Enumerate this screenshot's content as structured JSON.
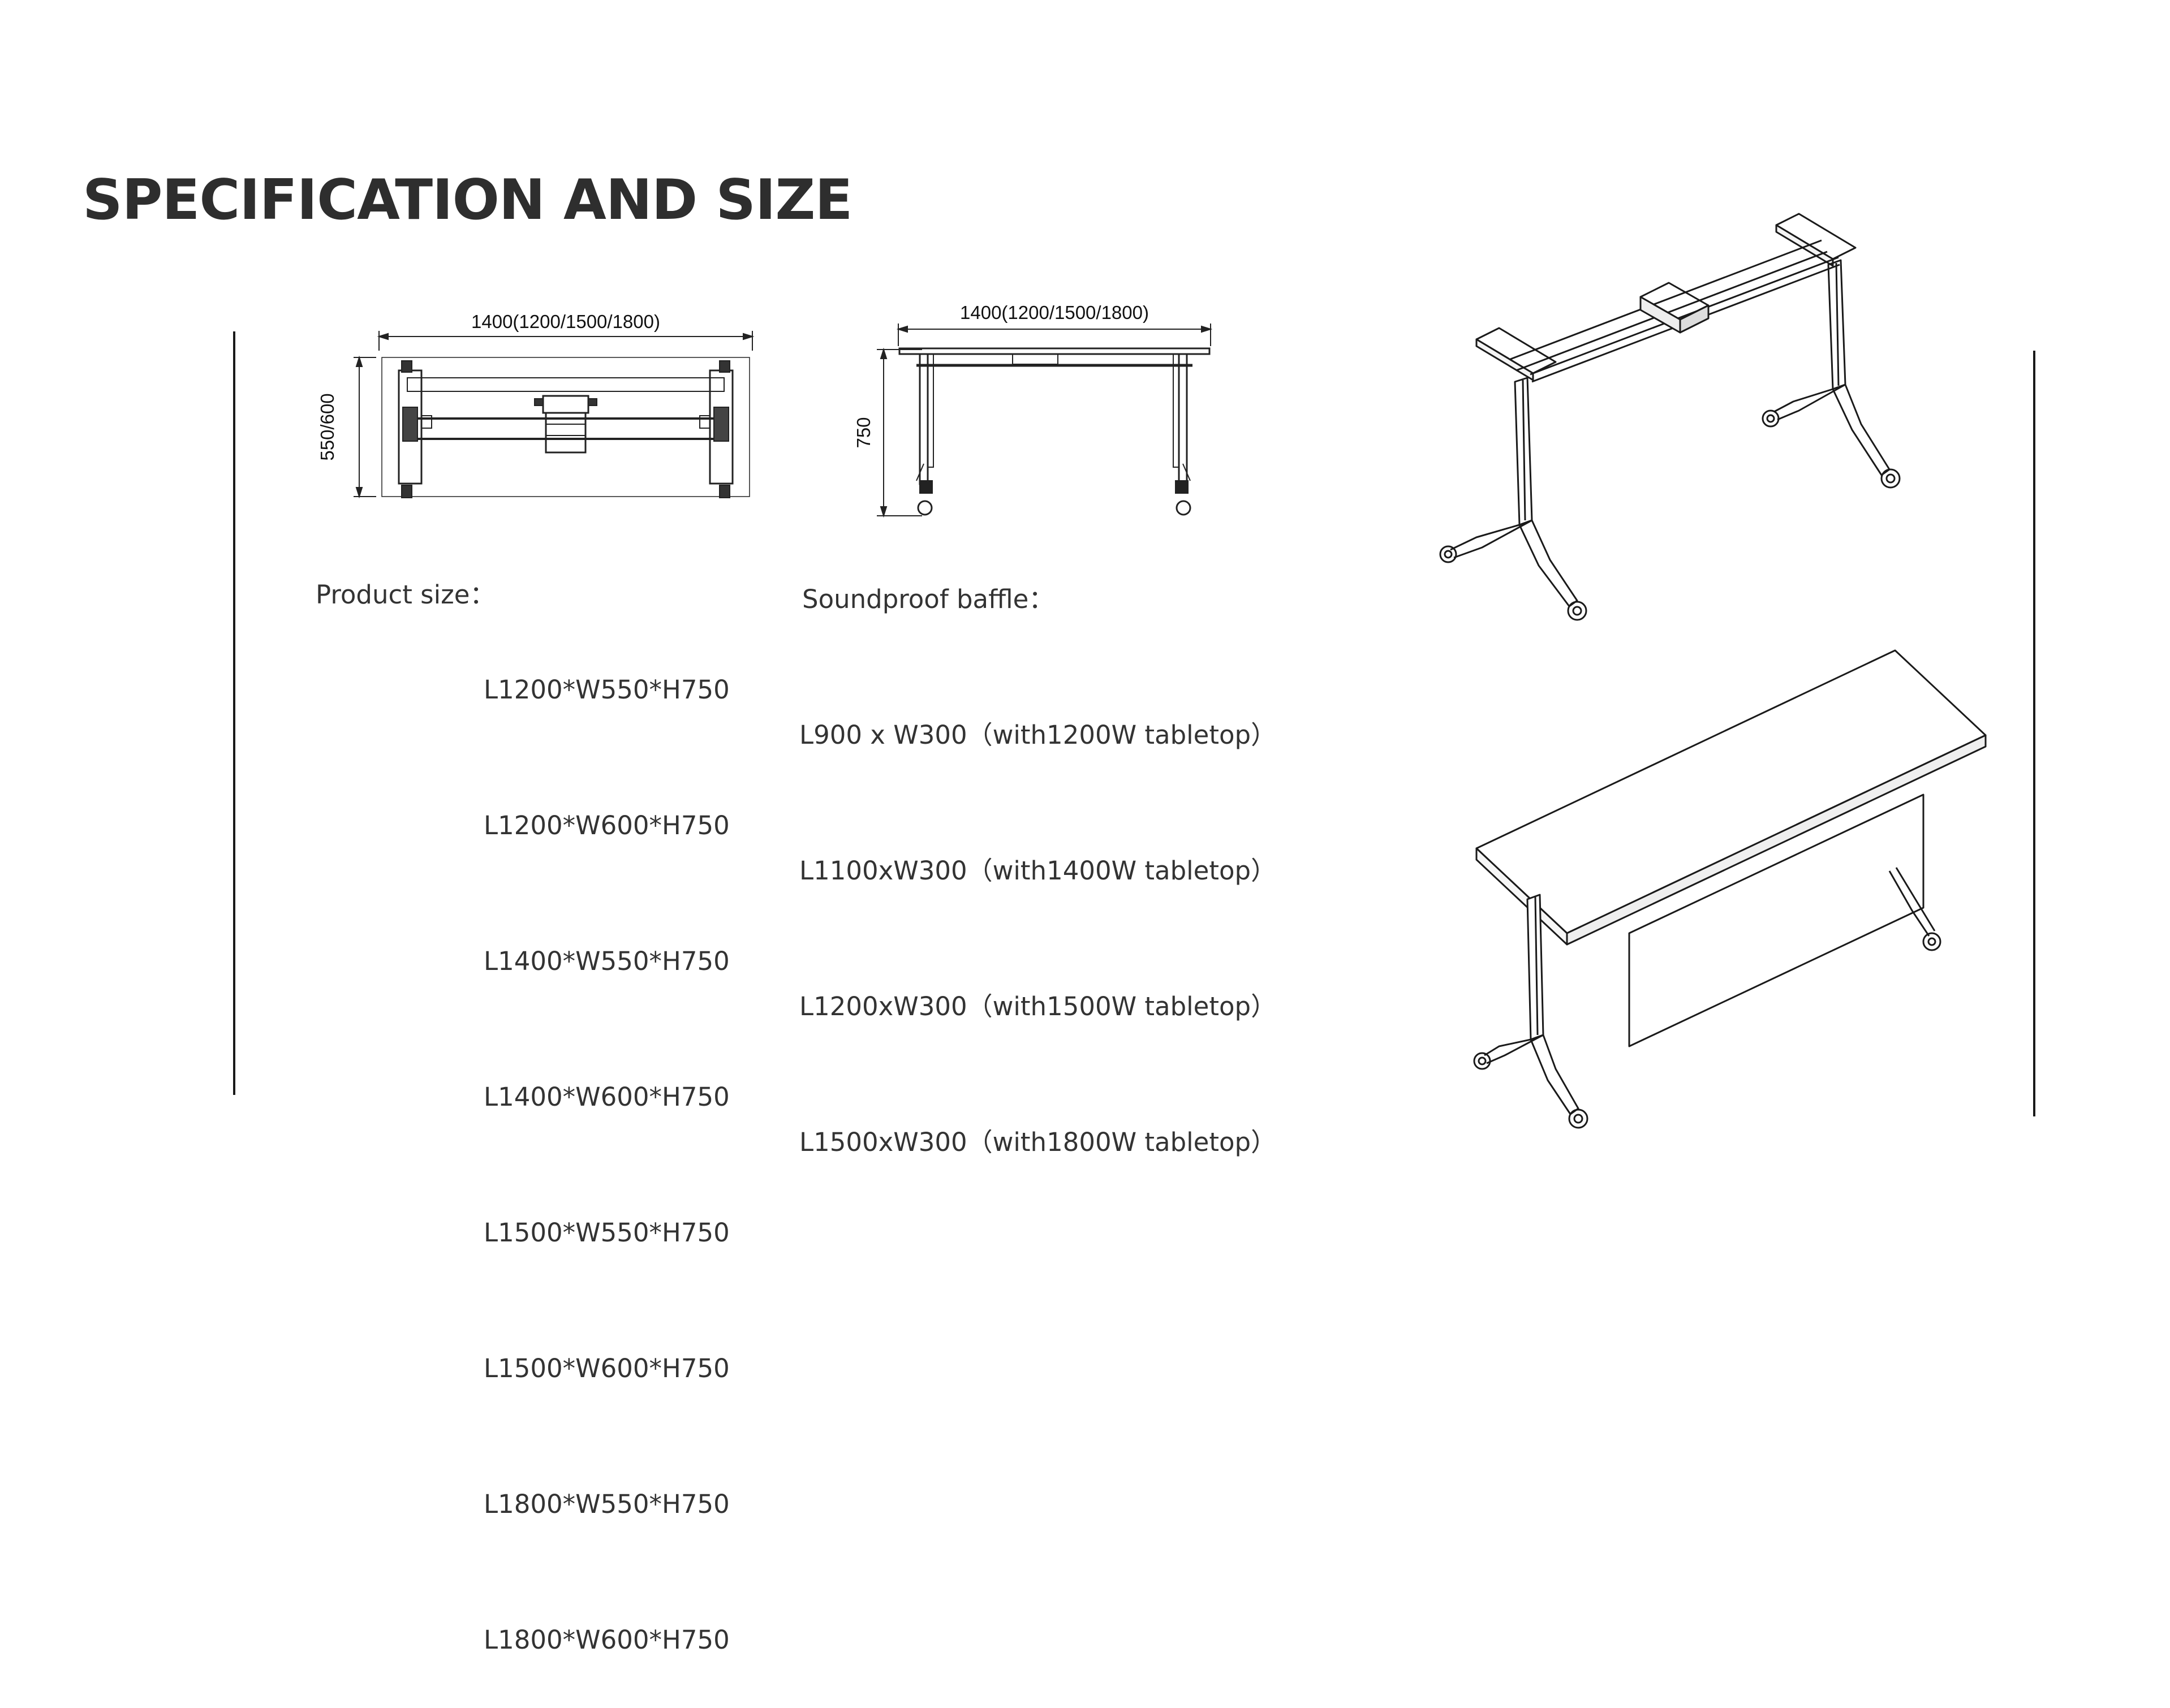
{
  "page": {
    "title": "SPECIFICATION AND SIZE"
  },
  "top_view": {
    "width_label": "1400(1200/1500/1800)",
    "depth_label": "550/600"
  },
  "front_view": {
    "width_label": "1400(1200/1500/1800)",
    "height_label": "750"
  },
  "product_size": {
    "label": "Product size：",
    "sizes": [
      "L1200*W550*H750",
      "L1200*W600*H750",
      "L1400*W550*H750",
      "L1400*W600*H750",
      "L1500*W550*H750",
      "L1500*W600*H750",
      "L1800*W550*H750",
      "L1800*W600*H750"
    ]
  },
  "soundproof_baffle": {
    "label": "Soundproof baffle：",
    "sizes": [
      "L900 x W300（with1200W tabletop）",
      "L1100xW300（with1400W tabletop）",
      "L1200xW300（with1500W tabletop）",
      "L1500xW300（with1800W tabletop）"
    ]
  },
  "colors": {
    "text": "#333333",
    "line": "#1a1a1a"
  }
}
